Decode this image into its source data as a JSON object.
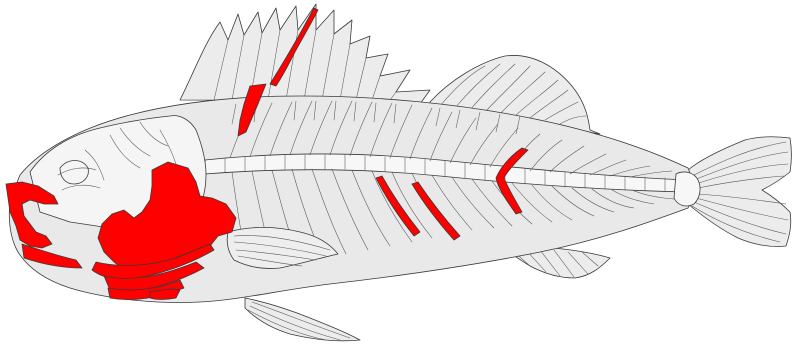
{
  "colors": {
    "background": "#ffffff",
    "body_fill": "#e9e9e9",
    "bone_fill": "#f7f7f7",
    "highlight": "#ff0000",
    "outline": "#3a3a3a"
  },
  "figure": {
    "subject-icon": "fish-skeleton-icon",
    "highlight_regions": [
      "jaw",
      "operculum",
      "gill-arches",
      "pterygiophore",
      "dorsal-ribs",
      "hypural-spine"
    ]
  }
}
